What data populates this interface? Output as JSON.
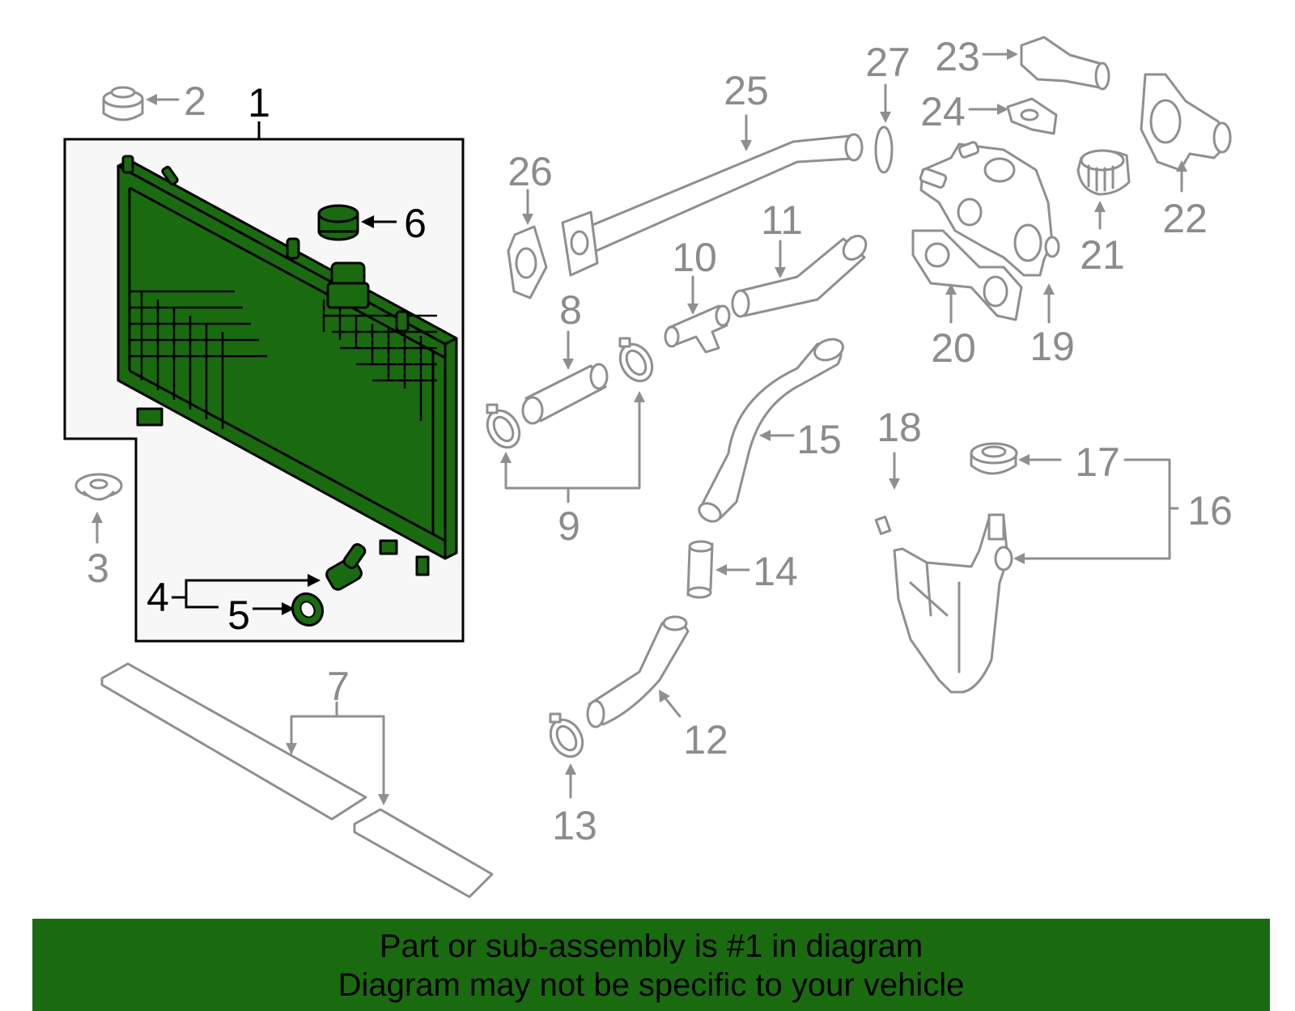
{
  "diagram": {
    "highlight_color": "#1a6b10",
    "callouts": {
      "c1": "1",
      "c2": "2",
      "c3": "3",
      "c4": "4",
      "c5": "5",
      "c6": "6",
      "c7": "7",
      "c8": "8",
      "c9": "9",
      "c10": "10",
      "c11": "11",
      "c12": "12",
      "c13": "13",
      "c14": "14",
      "c15": "15",
      "c16": "16",
      "c17": "17",
      "c18": "18",
      "c19": "19",
      "c20": "20",
      "c21": "21",
      "c22": "22",
      "c23": "23",
      "c24": "24",
      "c25": "25",
      "c26": "26",
      "c27": "27"
    }
  },
  "banner": {
    "line1": "Part or sub-assembly is #1 in diagram",
    "line2": "Diagram may not be specific to your vehicle",
    "background": "#1a6b10"
  }
}
